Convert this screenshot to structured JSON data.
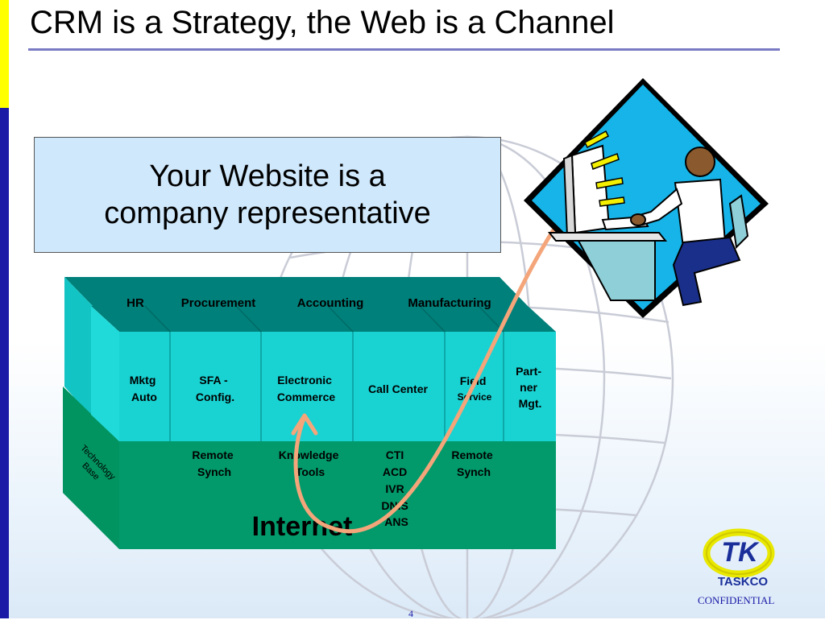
{
  "slide": {
    "title": "CRM is a Strategy, the Web is a Channel",
    "callout": {
      "line1": "Your Website is a",
      "line2": "company representative"
    },
    "page_number": "4",
    "confidential": "CONFIDENTIAL"
  },
  "logo": {
    "mark": "TK",
    "name": "TASKCO"
  },
  "diagram": {
    "top_labels": [
      "HR",
      "Procurement",
      "Accounting",
      "Manufacturing"
    ],
    "modules": [
      {
        "lines": [
          "Mktg",
          "Auto"
        ]
      },
      {
        "lines": [
          "SFA -",
          "Config."
        ]
      },
      {
        "lines": [
          "Electronic",
          "Commerce"
        ]
      },
      {
        "lines": [
          "Call Center"
        ]
      },
      {
        "lines": [
          "Field",
          "Service"
        ]
      },
      {
        "lines": [
          "Part-",
          "ner",
          "Mgt."
        ]
      }
    ],
    "base_items": [
      {
        "lines": [
          "Remote",
          "Synch"
        ]
      },
      {
        "lines": [
          "Knowledge",
          "Tools"
        ]
      },
      {
        "lines": [
          "CTI",
          "ACD",
          "IVR",
          "DNIS",
          "ANS"
        ]
      },
      {
        "lines": [
          "Remote",
          "Synch"
        ]
      }
    ],
    "side_label": [
      "Technology",
      "Base"
    ],
    "internet_label": "Internet"
  },
  "colors": {
    "teal_top": "#00807a",
    "cyan_front": "#17d4d4",
    "base_green": "#029a6a",
    "callout_bg": "#cfe8fb",
    "arrow": "#f4a57a",
    "accent_blue": "#1a1aa6"
  }
}
